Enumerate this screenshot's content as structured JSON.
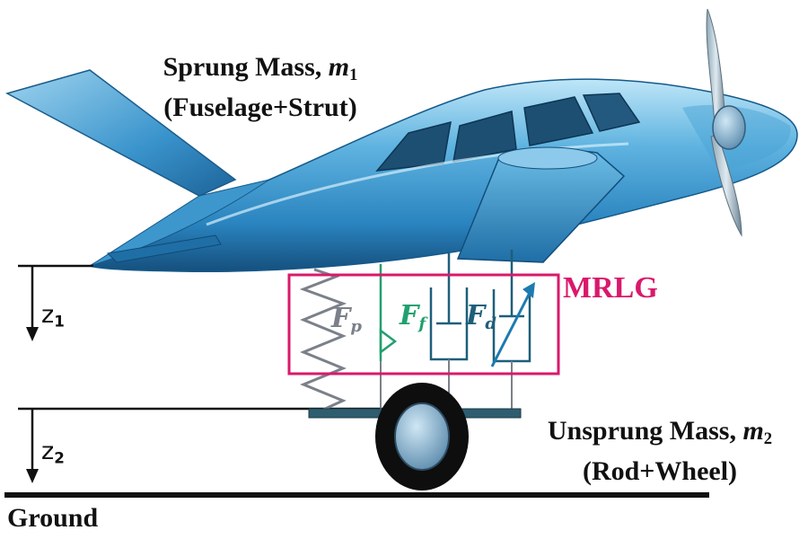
{
  "labels": {
    "sprung_line1": "Sprung Mass,",
    "sprung_var": "m",
    "sprung_sub": "1",
    "sprung_line2": "(Fuselage+Strut)",
    "unsprung_line1": "Unsprung Mass,",
    "unsprung_var": "m",
    "unsprung_sub": "2",
    "unsprung_line2": "(Rod+Wheel)",
    "ground": "Ground",
    "mrlg": "MRLG"
  },
  "forces": {
    "fp_var": "F",
    "fp_sub": "p",
    "ff_var": "F",
    "ff_sub": "f",
    "fd_var": "F",
    "fd_sub": "d"
  },
  "displacements": {
    "z1_var": "z",
    "z1_sub": "1",
    "z2_var": "z",
    "z2_sub": "2"
  },
  "colors": {
    "fuselage": "#2f8fc8",
    "fuselage_light": "#a9dcf3",
    "fuselage_dark": "#14598a",
    "mrlg_box": "#d9196b",
    "spring": "#7b8089",
    "friction": "#22a06f",
    "damper": "#1d5f7a",
    "ground": "#111111"
  },
  "icons": [
    "airplane-illustration",
    "propeller-icon",
    "wheel-icon",
    "spring-icon",
    "damper-icon",
    "variable-damper-icon",
    "friction-element-icon"
  ]
}
